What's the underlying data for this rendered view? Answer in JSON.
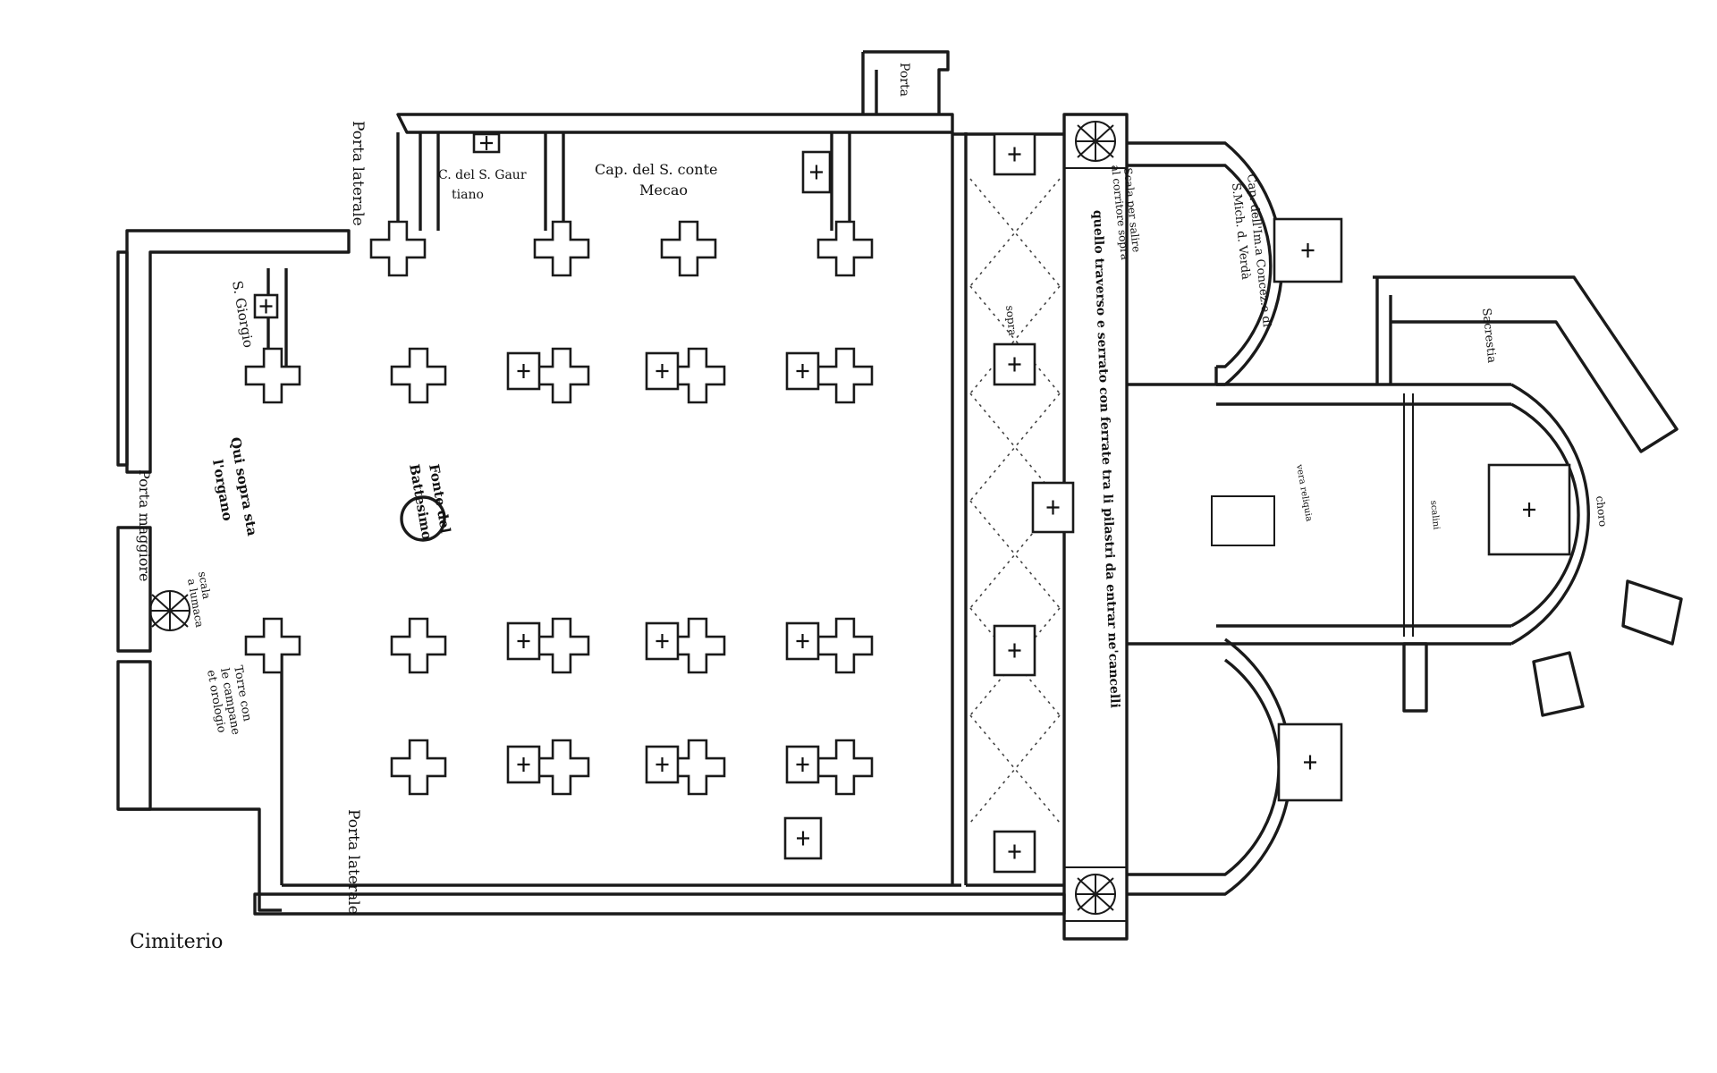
{
  "labels": {
    "cimiterio": "Cimiterio",
    "porta_laterale_top": "Porta laterale",
    "porta_laterale_bottom": "Porta laterale",
    "porta_maggiore": "Porta maggiore",
    "porta_top": "Porta",
    "cap_gaurtiano_1": "C. del S. Gaur",
    "cap_gaurtiano_2": "tiano",
    "cap_conte_1": "Cap. del S. conte",
    "cap_conte_2": "Mecao",
    "s_giorgio": "S. Giorgio",
    "organo_1": "Qui sopra sta",
    "organo_2": "l'organo",
    "scala_1": "scala",
    "scala_2": "a lumaca",
    "torre_1": "Torre con",
    "torre_2": "le campane",
    "torre_3": "et orologio",
    "fonte_1": "Fonte del",
    "fonte_2": "Battesimo",
    "transetto_1": "Scala per salire",
    "transetto_2": "al corritore sopra",
    "transetto_3": "quello traverso e serrato con ferrate tra li pilastri da entrar ne'cancelli",
    "sopra": "sopra",
    "cap_cancella_1": "Cap. dell'Im.a Concez.e di",
    "cap_cancella_2": "S.Mich. d. Verdà",
    "sagrestia": "Sacrestia",
    "coro": "choro",
    "altar_note": "vera reliquia",
    "scalini": "scalini"
  }
}
